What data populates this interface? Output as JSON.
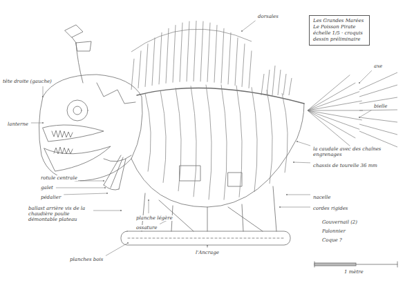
{
  "diagram": {
    "nodes": [
      {
        "text": [
          "Les Grandes Marées",
          "Le Poisson Pirate",
          "échelle 1/5 · croquis",
          "dessin préliminaire"
        ]
      }
    ],
    "labels": [
      "tête droite (gauche)",
      "lanterne",
      "rotule centrale",
      "galet",
      "pédalier",
      "ballast arrière vis de la chaudière poulie démontable plateau",
      "planches bois",
      "planche légère",
      "ossature",
      "dorsales",
      "axe",
      "bielle",
      "la caudale avec des chaînes engrenages",
      "chassis de tourelle 36 mm",
      "nacelle",
      "cordes rigides",
      "Gouvernail (2)",
      "Palonnier",
      "Coque ?",
      "l'Ancrage",
      "1 mètre"
    ]
  }
}
